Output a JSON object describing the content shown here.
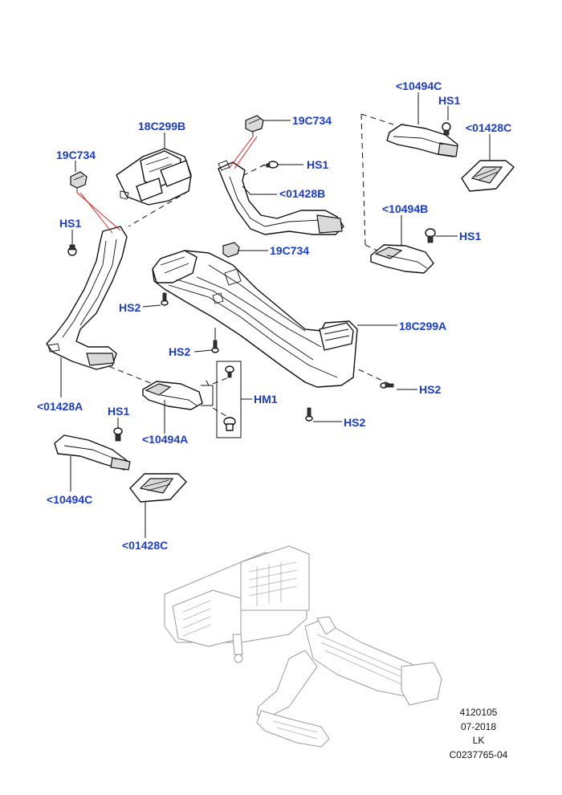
{
  "labels": {
    "p19c734_left": "19C734",
    "p18c299b": "18C299B",
    "p19c734_top": "19C734",
    "hs1_mid": "HS1",
    "p01428b": "<01428B",
    "p10494c_top": "<10494C",
    "hs1_topright": "HS1",
    "p01428c_top": "<01428C",
    "p10494b": "<10494B",
    "hs1_right": "HS1",
    "hs1_left": "HS1",
    "p19c734_mid": "19C734",
    "hs2_a": "HS2",
    "p18c299a": "18C299A",
    "hs2_b": "HS2",
    "hs2_c": "HS2",
    "hm1": "HM1",
    "p01428a": "<01428A",
    "hs1_bottom": "HS1",
    "p10494a": "<10494A",
    "hs2_d": "HS2",
    "p10494c_bottom": "<10494C",
    "p01428c_bottom": "<01428C"
  },
  "reference": {
    "code": "4120105",
    "date": "07-2018",
    "initials": "LK",
    "id": "C0237765-04"
  },
  "colors": {
    "label": "#1a3bd1",
    "leader_highlight": "#e02020",
    "line": "#111111",
    "ghost": "#9a9a9a"
  }
}
